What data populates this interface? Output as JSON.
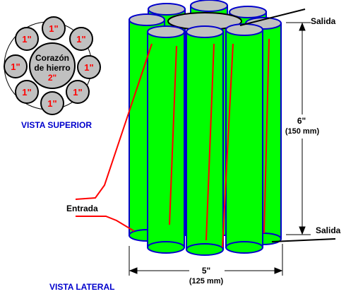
{
  "top_view": {
    "caption": "VISTA SUPERIOR",
    "core_line1": "Corazón",
    "core_line2": "de hierro",
    "core_size": "2\"",
    "tube_size": "1\""
  },
  "side_view": {
    "caption": "VISTA LATERAL",
    "height_inches": "6\"",
    "height_mm": "(150 mm)",
    "width_inches": "5\"",
    "width_mm": "(125 mm)",
    "input_label": "Entrada",
    "output_label_top": "Salida",
    "output_label_bottom": "Salida"
  },
  "colors": {
    "tube_fill": "#00ff00",
    "tube_outline": "#0000cc",
    "core_fill": "#c0c0c0",
    "small_tube_fill": "#c0c0c0",
    "label_red": "#ff0000",
    "caption_blue": "#0000cc",
    "wire_red": "#ff0000",
    "wire_black": "#000000"
  }
}
